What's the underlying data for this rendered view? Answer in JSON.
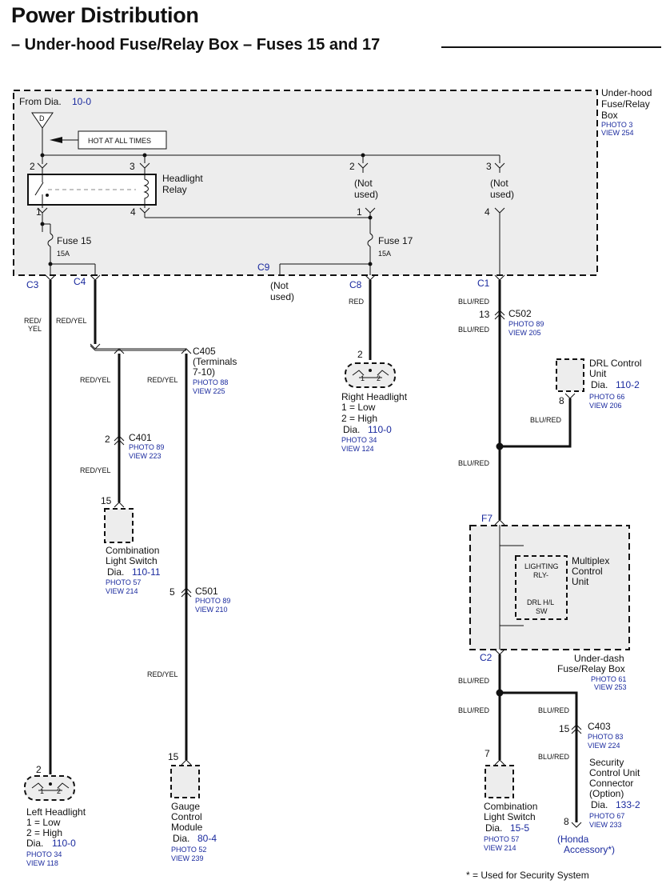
{
  "header": {
    "title": "Power Distribution",
    "subtitle": "– Under-hood Fuse/Relay Box – Fuses 15 and 17"
  },
  "underhood_box": {
    "name_lines": [
      "Under-hood",
      "Fuse/Relay",
      "Box"
    ],
    "photo": "PHOTO 3",
    "view": "VIEW 254",
    "from_dia_label": "From Dia.",
    "from_dia_ref": "10-0",
    "source_letter": "D",
    "hot_label": "HOT AT ALL TIMES"
  },
  "headlight_relay": {
    "name_lines": [
      "Headlight",
      "Relay"
    ],
    "pins": {
      "p2": "2",
      "p3": "3",
      "p1": "1",
      "p4": "4"
    }
  },
  "unused_relay": {
    "pins": {
      "p2": "2",
      "p3": "3",
      "p1": "1",
      "p4": "4"
    },
    "not_used_lines": [
      "(Not",
      "used)"
    ]
  },
  "fuses": [
    {
      "name": "Fuse 15",
      "rating": "15A"
    },
    {
      "name": "Fuse 17",
      "rating": "15A"
    }
  ],
  "connectors": {
    "c3": "C3",
    "c4": "C4",
    "c9": "C9",
    "c8": "C8",
    "c1": "C1",
    "c9_not_used_lines": [
      "(Not",
      "used)"
    ],
    "c502": {
      "name": "C502",
      "pin": "13",
      "photo": "PHOTO 89",
      "view": "VIEW 205"
    },
    "c405": {
      "name_lines": [
        "C405",
        "(Terminals",
        "7-10)"
      ],
      "photo": "PHOTO 88",
      "view": "VIEW 225"
    },
    "c401": {
      "name": "C401",
      "pin": "2",
      "photo": "PHOTO 89",
      "view": "VIEW 223"
    },
    "c501": {
      "name": "C501",
      "pin": "5",
      "photo": "PHOTO 89",
      "view": "VIEW 210"
    },
    "c403": {
      "name": "C403",
      "pin": "15",
      "photo": "PHOTO 83",
      "view": "VIEW 224"
    },
    "f7": "F7",
    "c2": "C2"
  },
  "wire_colors": {
    "red_yel_split": [
      "RED/",
      "YEL"
    ],
    "red_yel": "RED/YEL",
    "red": "RED",
    "blu_red": "BLU/RED"
  },
  "components": {
    "right_headlight": {
      "title": "Right Headlight",
      "low": "1 = Low",
      "high": "2 = High",
      "dia_label": "Dia.",
      "dia_ref": "110-0",
      "photo": "PHOTO 34",
      "view": "VIEW 124",
      "pin": "2",
      "bulb_1": "1",
      "bulb_2": "2"
    },
    "left_headlight": {
      "title": "Left Headlight",
      "low": "1 = Low",
      "high": "2 = High",
      "dia_label": "Dia.",
      "dia_ref": "110-0",
      "photo": "PHOTO 34",
      "view": "VIEW 118",
      "pin": "2",
      "bulb_1": "1",
      "bulb_2": "2"
    },
    "drl_control_unit": {
      "name_lines": [
        "DRL Control",
        "Unit"
      ],
      "dia_label": "Dia.",
      "dia_ref": "110-2",
      "photo": "PHOTO 66",
      "view": "VIEW 206",
      "pin": "8"
    },
    "combo_switch_left": {
      "name_lines": [
        "Combination",
        "Light Switch"
      ],
      "dia_label": "Dia.",
      "dia_ref": "110-11",
      "photo": "PHOTO 57",
      "view": "VIEW 214",
      "pin": "15"
    },
    "gauge_module": {
      "name_lines": [
        "Gauge",
        "Control",
        "Module"
      ],
      "dia_label": "Dia.",
      "dia_ref": "80-4",
      "photo": "PHOTO 52",
      "view": "VIEW 239",
      "pin": "15"
    },
    "multiplex": {
      "name_lines": [
        "Multiplex",
        "Control",
        "Unit"
      ],
      "lighting_lines": [
        "LIGHTING",
        "RLY-"
      ],
      "drl_lines": [
        "DRL H/L",
        "SW"
      ]
    },
    "underdash_box": {
      "name_lines": [
        "Under-dash",
        "Fuse/Relay Box"
      ],
      "photo": "PHOTO 61",
      "view": "VIEW 253"
    },
    "combo_switch_right": {
      "name_lines": [
        "Combination",
        "Light Switch"
      ],
      "dia_label": "Dia.",
      "dia_ref": "15-5",
      "photo": "PHOTO 57",
      "view": "VIEW 214",
      "pin": "7"
    },
    "security_unit": {
      "name_lines": [
        "Security",
        "Control Unit",
        "Connector",
        "(Option)"
      ],
      "dia_label": "Dia.",
      "dia_ref": "133-2",
      "photo": "PHOTO 67",
      "view": "VIEW 233",
      "pin": "8",
      "accessory_lines": [
        "(Honda",
        "Accessory*)"
      ]
    }
  },
  "footnote": "* = Used for Security System"
}
